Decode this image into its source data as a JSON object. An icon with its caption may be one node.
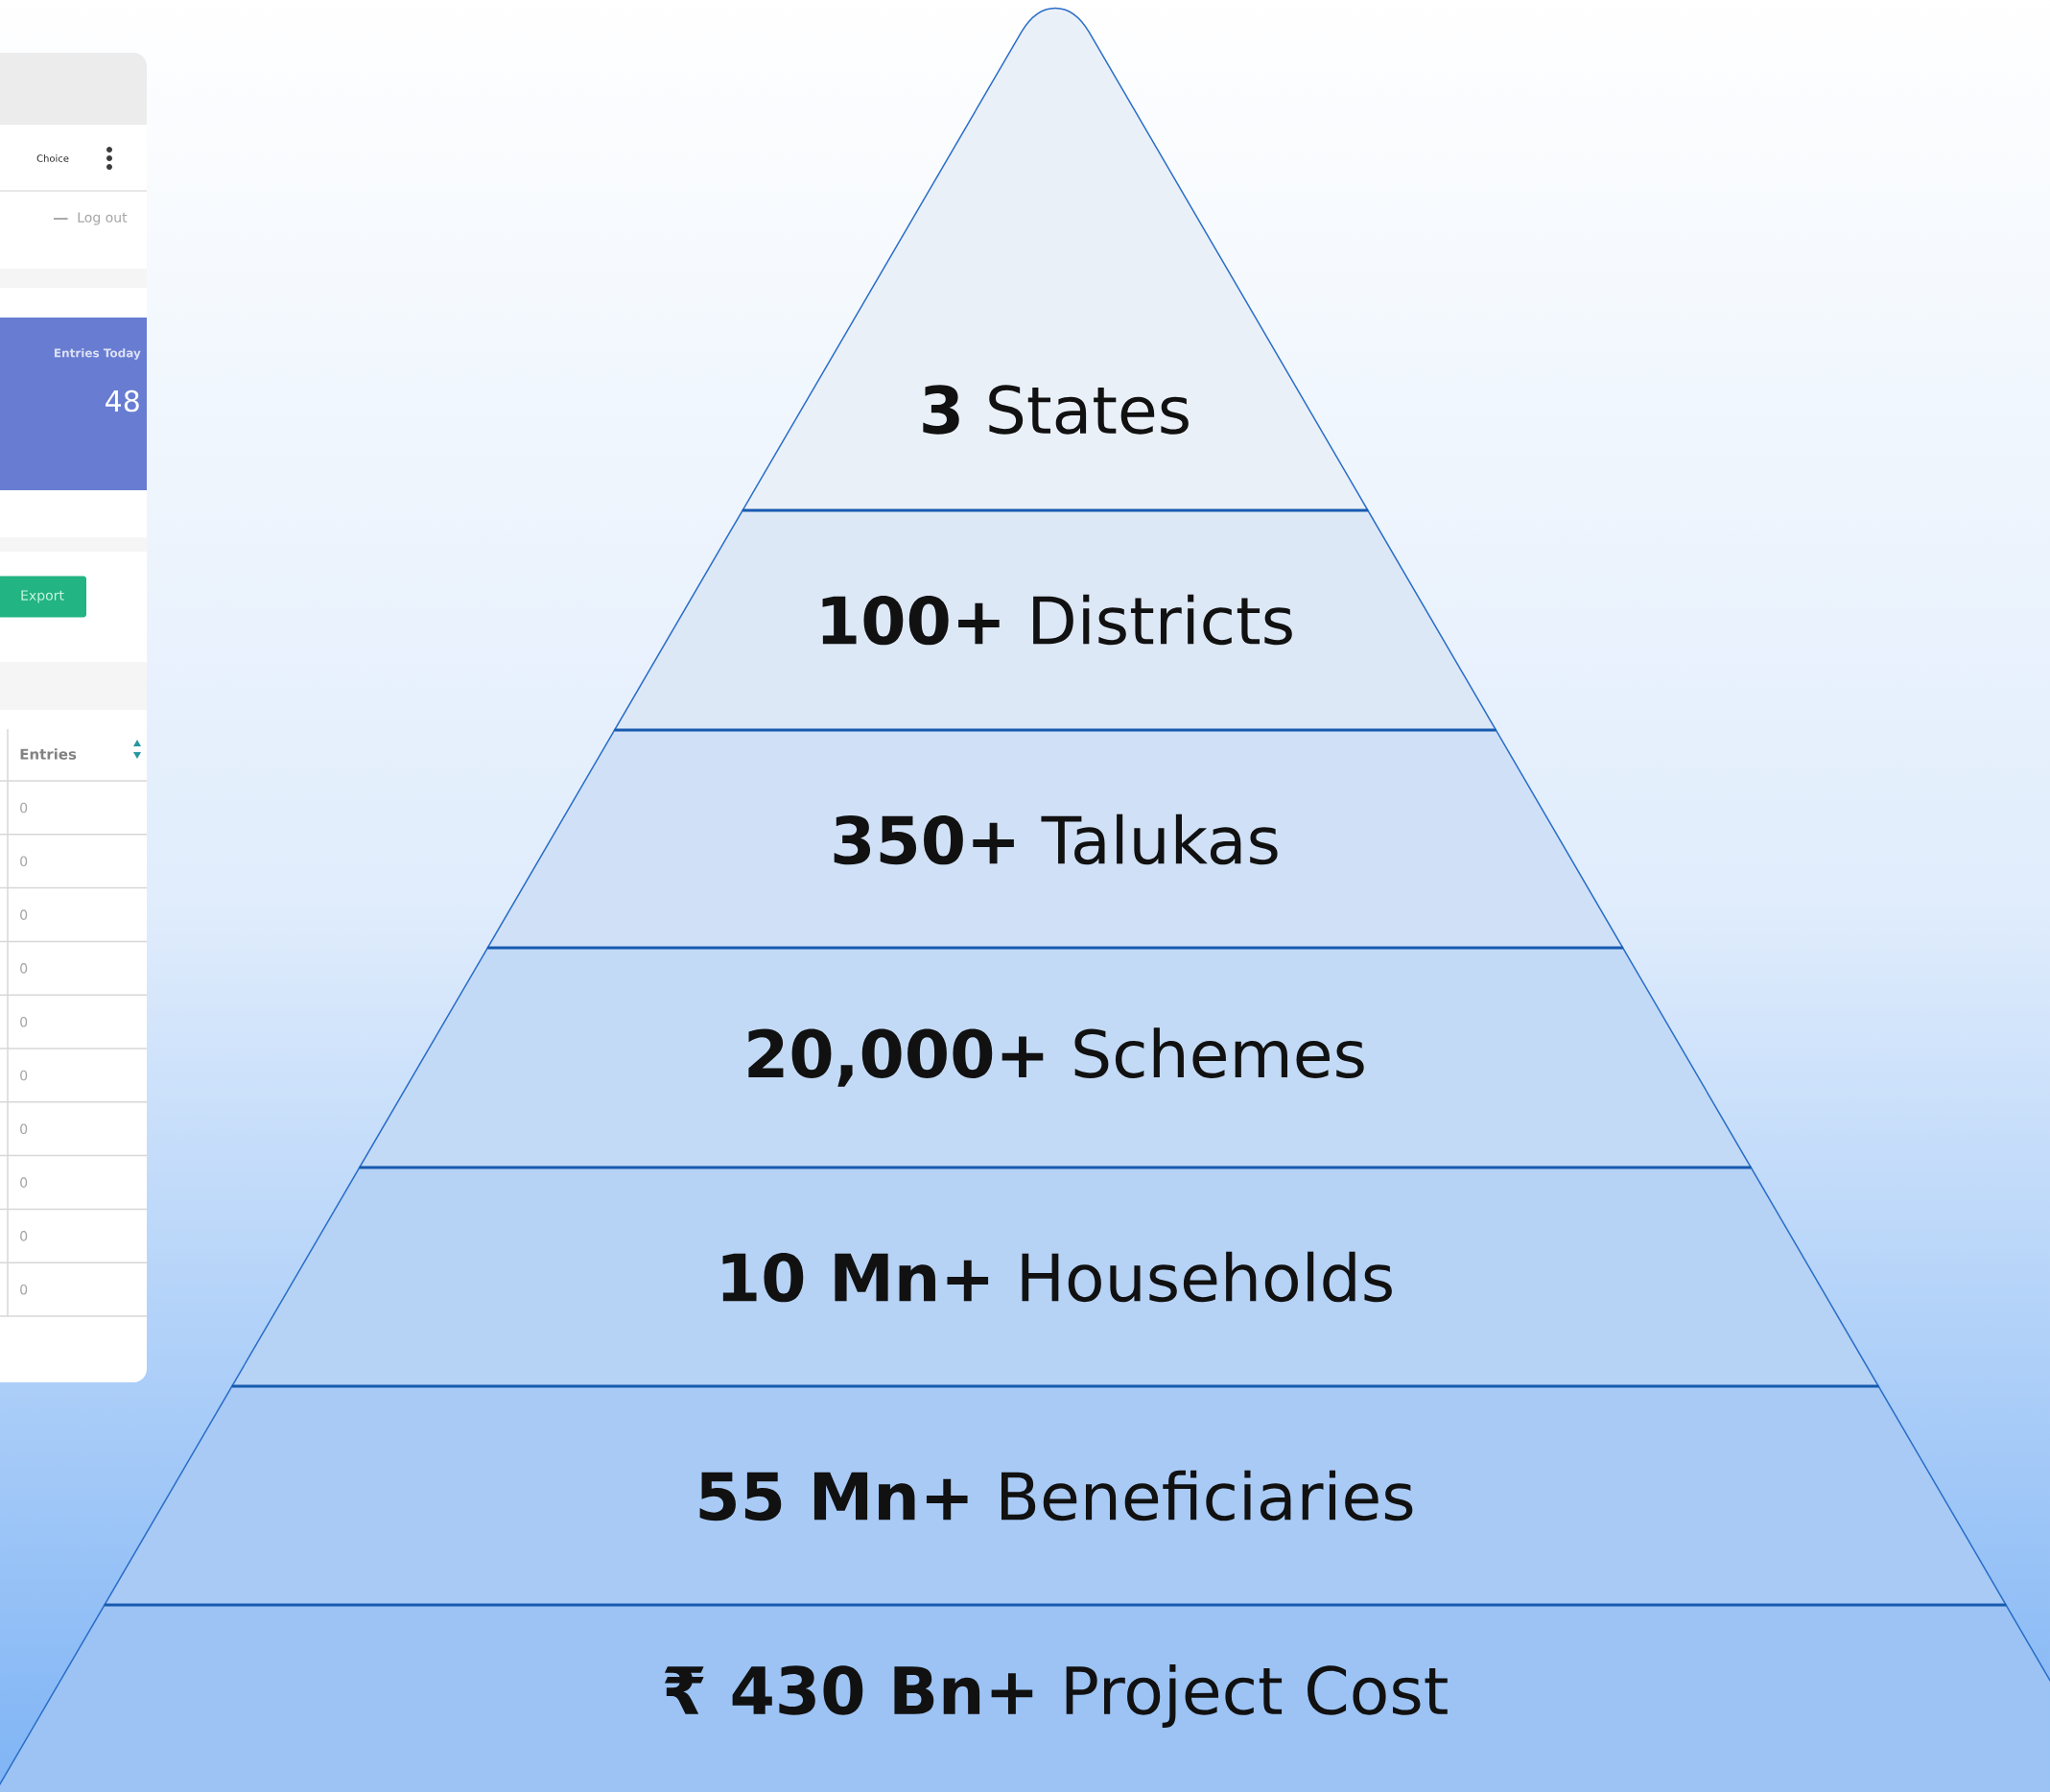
{
  "diagram": {
    "nodes": [
      {
        "text": [
          "**3** States"
        ]
      },
      {
        "text": [
          "**100+** Districts"
        ]
      },
      {
        "text": [
          "**350+** Talukas"
        ]
      },
      {
        "text": [
          "**20,000+** Schemes"
        ]
      },
      {
        "text": [
          "**10 Mn+** Households"
        ]
      },
      {
        "text": [
          "**55 Mn+** Beneficiaries"
        ]
      },
      {
        "text": [
          "**₹ 430 Bn+** Project Cost"
        ]
      }
    ],
    "labels": [
      "Choice",
      "Log out",
      "Entries Today",
      "48",
      "Export",
      "Entries",
      "0",
      "0",
      "0",
      "0",
      "0",
      "0",
      "0",
      "0",
      "0",
      "0"
    ]
  }
}
